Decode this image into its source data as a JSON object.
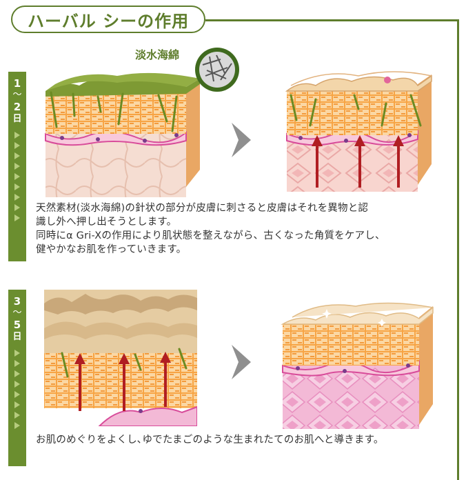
{
  "header": {
    "title": "ハーバル シーの作用"
  },
  "step1": {
    "day_start": "1",
    "day_sep": "～",
    "day_end": "2",
    "day_unit": "日",
    "sponge_label": "淡水海綿",
    "description": [
      "天然素材(淡水海綿)の針状の部分が皮膚に刺さると皮膚はそれを異物と認",
      "識し外へ押し出そうとします。",
      "同時にα Gri-Xの作用により肌状態を整えながら、古くなった角質をケアし、",
      "健やかなお肌を作っていきます。"
    ]
  },
  "step2": {
    "day_start": "3",
    "day_sep": "～",
    "day_end": "5",
    "day_unit": "日",
    "description": [
      "お肌のめぐりをよくし､ゆでたまごのような生まれたてのお肌へと導きます。"
    ]
  },
  "colors": {
    "accent": "#5e7d2c",
    "tab": "#6b8e2f",
    "arrow_red": "#b01e22",
    "cell_orange": "#f39a3c",
    "skin_pink": "#f6c9c2",
    "chevron_gray": "#8f8f8f"
  }
}
